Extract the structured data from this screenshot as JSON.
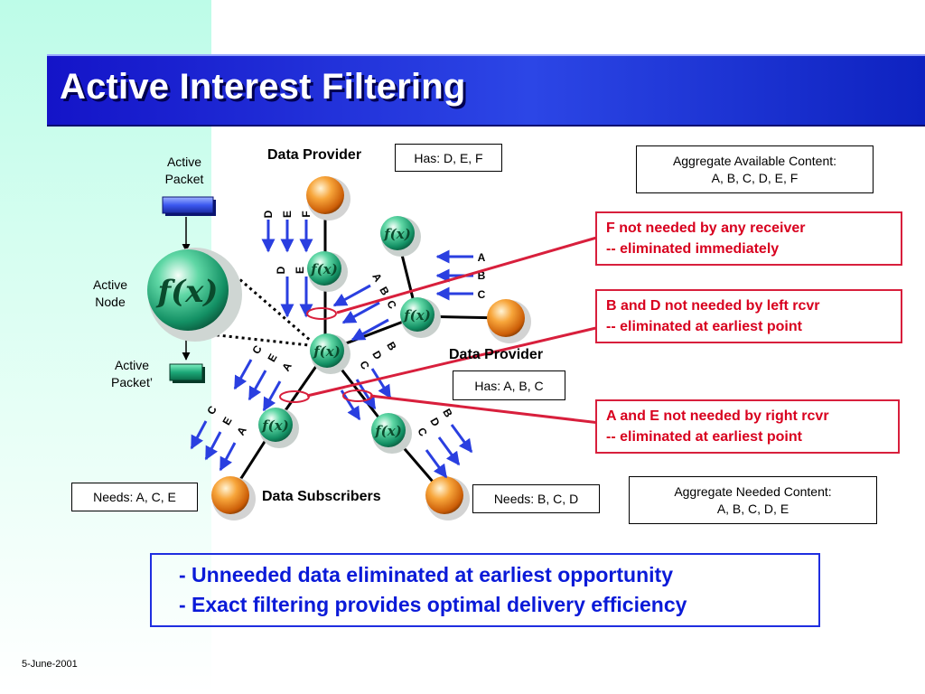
{
  "title": "Active Interest Filtering",
  "date": "5-June-2001",
  "node_symbol": "f(x)",
  "legend": {
    "active_packet": "Active\nPacket",
    "active_node": "Active\nNode",
    "active_packet_prime": "Active\nPacket’"
  },
  "providers": {
    "top_label": "Data Provider",
    "top_has": "Has: D, E, F",
    "right_label": "Data Provider",
    "right_has": "Has: A, B, C"
  },
  "subscribers": {
    "label": "Data Subscribers",
    "left_needs": "Needs: A, C, E",
    "right_needs": "Needs: B, C, D"
  },
  "aggregate": {
    "available": "Aggregate Available Content:\nA, B, C, D, E, F",
    "needed": "Aggregate Needed Content:\nA, B, C, D, E"
  },
  "notes": [
    "F not needed by any receiver\n-- eliminated immediately",
    "B and D not needed by left rcvr\n-- eliminated at earliest point",
    "A and E not needed by right rcvr\n-- eliminated at earliest point"
  ],
  "summary": [
    "- Unneeded data eliminated at earliest opportunity",
    "- Exact filtering provides optimal delivery efficiency"
  ],
  "flow_labels": {
    "top_in": [
      "D",
      "E",
      "F"
    ],
    "top_mid": [
      "D",
      "E"
    ],
    "right_in": [
      "A",
      "B",
      "C"
    ],
    "right_mid": [
      "A",
      "B",
      "C"
    ],
    "center_left": [
      "C",
      "E",
      "A"
    ],
    "center_right": [
      "B",
      "D",
      "C"
    ],
    "left_out": [
      "C",
      "E",
      "A"
    ],
    "right_out": [
      "B",
      "D",
      "C"
    ]
  },
  "colors": {
    "title_bar": "#1f33d8",
    "arrow_blue": "#2a3fe0",
    "red": "#d81f3c",
    "node_green": "#1fa874",
    "endpoint_orange": "#f08a1c"
  }
}
